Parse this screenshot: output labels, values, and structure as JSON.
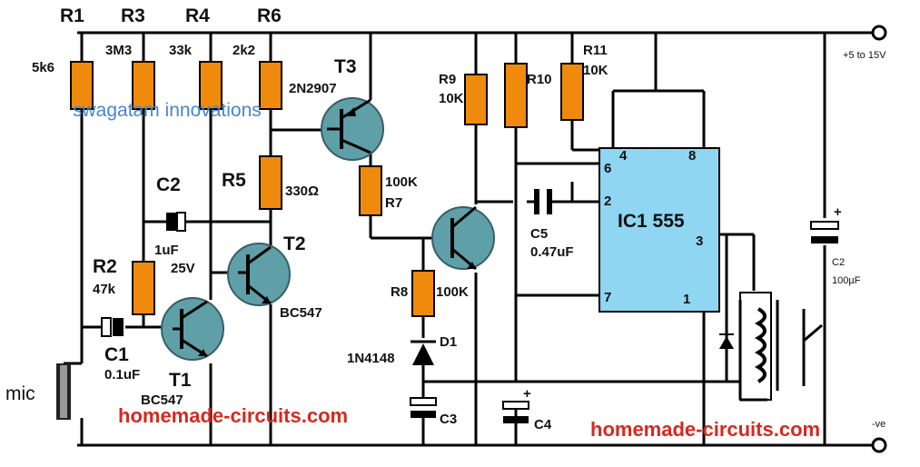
{
  "resistors": [
    {
      "name": "R1",
      "value": "5k6"
    },
    {
      "name": "R3",
      "value": "3M3"
    },
    {
      "name": "R4",
      "value": "33k"
    },
    {
      "name": "R6",
      "value": "2k2"
    },
    {
      "name": "R5",
      "value": "330Ω"
    },
    {
      "name": "R2",
      "value": "47k"
    },
    {
      "name": "R7",
      "value": "100K"
    },
    {
      "name": "R8",
      "value": "100K"
    },
    {
      "name": "R9",
      "value": "10K"
    },
    {
      "name": "R10",
      "value": ""
    },
    {
      "name": "R11",
      "value": "10K"
    }
  ],
  "capacitors": [
    {
      "name": "C1",
      "value": "0.1uF"
    },
    {
      "name": "C2",
      "value": "1uF",
      "extra": "25V"
    },
    {
      "name": "C3",
      "value": ""
    },
    {
      "name": "C4",
      "value": ""
    },
    {
      "name": "C5",
      "value": "0.47uF"
    },
    {
      "name": "C2b",
      "label": "C2",
      "value": "100µF"
    }
  ],
  "transistors": [
    {
      "name": "T1",
      "part": "BC547"
    },
    {
      "name": "T2",
      "part": "BC547"
    },
    {
      "name": "T3",
      "part": "2N2907"
    }
  ],
  "diode": {
    "name": "D1",
    "part": "1N4148"
  },
  "mic_label": "mic",
  "ic": {
    "name": "IC1 555",
    "pins": {
      "p4": "4",
      "p8": "8",
      "p6": "6",
      "p2": "2",
      "p3": "3",
      "p7": "7",
      "p1": "1"
    }
  },
  "supply": {
    "positive": "+5 to 15V",
    "negative": "-ve"
  },
  "watermarks": {
    "top": "swagatam innovations",
    "bottom_left": "homemade-circuits.com",
    "bottom_right": "homemade-circuits.com"
  }
}
